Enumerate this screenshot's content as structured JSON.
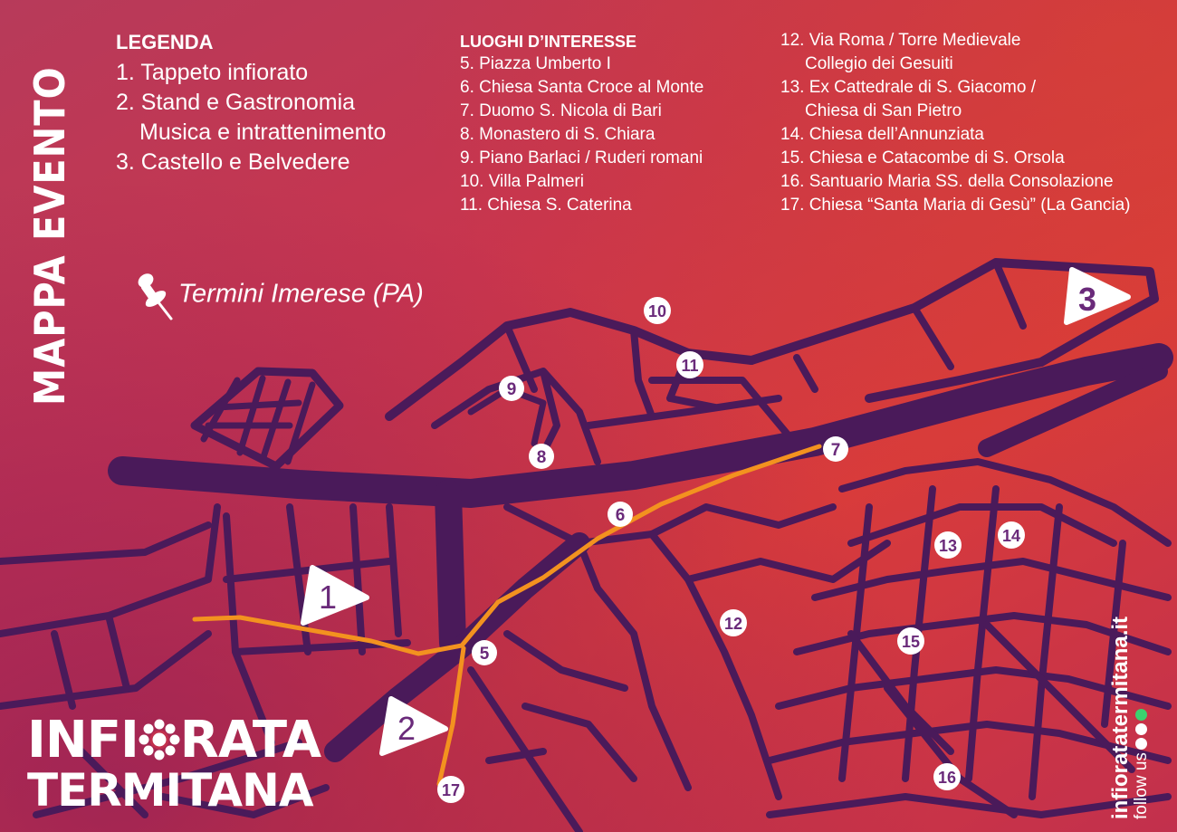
{
  "title": "MAPPA EVENTO",
  "legend": {
    "heading": "LEGENDA",
    "items": [
      "1. Tappeto infiorato",
      "2. Stand e Gastronomia",
      "Musica e intrattenimento",
      "3. Castello e Belvedere"
    ]
  },
  "poi": {
    "heading": "LUOGHI D’INTERESSE",
    "col1": [
      "5. Piazza Umberto I",
      "6. Chiesa Santa Croce al Monte",
      "7. Duomo S. Nicola di Bari",
      "8. Monastero di S. Chiara",
      "9. Piano Barlaci / Ruderi romani",
      "10. Villa Palmeri",
      "11. Chiesa S. Caterina"
    ],
    "col2": [
      "12. Via Roma / Torre Medievale",
      "Collegio dei Gesuiti",
      "13. Ex Cattedrale di S. Giacomo /",
      "Chiesa di San Pietro",
      "14. Chiesa dell’Annunziata",
      "15. Chiesa e Catacombe di S. Orsola",
      "16. Santuario Maria SS. della Consolazione",
      "17. Chiesa “Santa Maria di Gesù” (La Gancia)"
    ]
  },
  "location": {
    "city": "Termini Imerese",
    "province": "(PA)"
  },
  "markers": [
    {
      "label": "1",
      "kind": "triangle"
    },
    {
      "label": "2",
      "kind": "triangle"
    },
    {
      "label": "3",
      "kind": "triangle"
    },
    {
      "label": "5"
    },
    {
      "label": "6"
    },
    {
      "label": "7"
    },
    {
      "label": "8"
    },
    {
      "label": "9"
    },
    {
      "label": "10"
    },
    {
      "label": "11"
    },
    {
      "label": "12"
    },
    {
      "label": "13"
    },
    {
      "label": "14"
    },
    {
      "label": "15"
    },
    {
      "label": "16"
    },
    {
      "label": "17"
    }
  ],
  "brand": {
    "line1_a": "INFI",
    "line1_b": "RATA",
    "line2": "TERMITANA"
  },
  "website": {
    "url": "infioratatermitana.it",
    "follow": "follow us"
  },
  "icons": [
    "pushpin-icon",
    "flower-icon",
    "instagram-icon",
    "facebook-icon",
    "whatsapp-icon"
  ],
  "colors": {
    "street": "#4a1a5a",
    "route": "#f3921f",
    "marker_text": "#6a2a7a",
    "text": "#ffffff"
  }
}
